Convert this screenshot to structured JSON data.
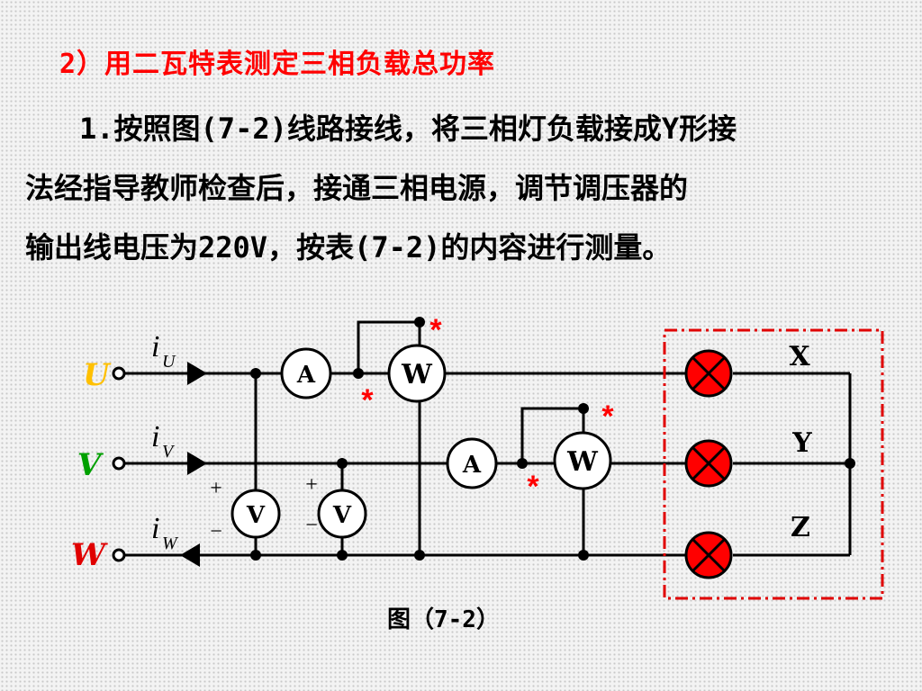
{
  "colors": {
    "title": "#ff0000",
    "lamp": "#ff0000",
    "U": "#ffc000",
    "V": "#00a000",
    "W": "#e00000",
    "mark": "#ff0000",
    "box_border": "#e00000"
  },
  "title": "2）用二瓦特表测定三相负载总功率",
  "paragraph": {
    "line1": "1.按照图(7-2)线路接线，将三相灯负载接成Y形接",
    "line2": "法经指导教师检查后，接通三相电源，调节调压器的",
    "line3": "输出线电压为220V，按表(7-2)的内容进行测量。"
  },
  "circuit": {
    "phases": {
      "U": "U",
      "V": "V",
      "W": "W"
    },
    "currents": [
      {
        "sym": "i",
        "sub": "U"
      },
      {
        "sym": "i",
        "sub": "V"
      },
      {
        "sym": "i",
        "sub": "W"
      }
    ],
    "ammeter": "A",
    "wattmeter": "W",
    "voltmeter": "V",
    "plus": "+",
    "minus": "−",
    "star": "*",
    "loads": {
      "X": "X",
      "Y": "Y",
      "Z": "Z"
    }
  },
  "caption": "图（7-2）"
}
